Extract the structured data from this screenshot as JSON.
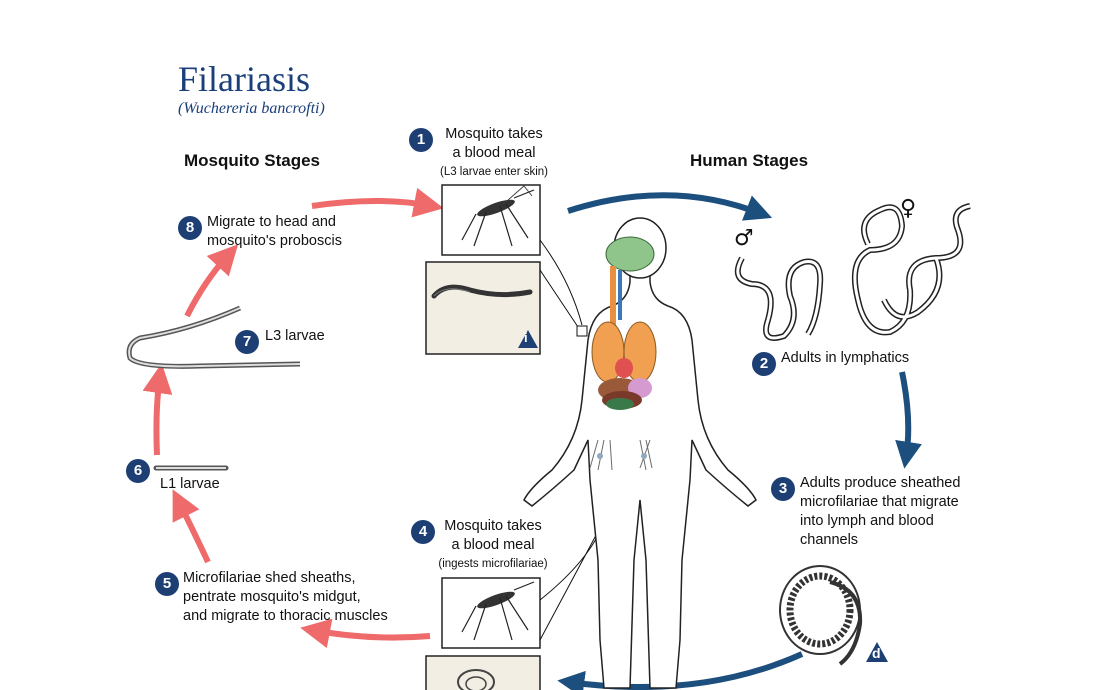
{
  "title": "Filariasis",
  "subtitle": "(Wuchereria bancrofti)",
  "sections": {
    "mosquito": "Mosquito Stages",
    "human": "Human Stages"
  },
  "steps": [
    {
      "num": "1",
      "line1": "Mosquito takes",
      "line2": "a blood meal",
      "note": "(L3 larvae enter skin)"
    },
    {
      "num": "2",
      "line1": "Adults in lymphatics"
    },
    {
      "num": "3",
      "line1": "Adults produce sheathed",
      "line2": "microfilariae that migrate",
      "line3": "into lymph and blood",
      "line4": "channels"
    },
    {
      "num": "4",
      "line1": "Mosquito takes",
      "line2": "a blood meal",
      "note": "(ingests microfilariae)"
    },
    {
      "num": "5",
      "line1": "Microfilariae shed sheaths,",
      "line2": "pentrate mosquito's midgut,",
      "line3": "and migrate to thoracic muscles"
    },
    {
      "num": "6",
      "line1": "L1 larvae"
    },
    {
      "num": "7",
      "line1": "L3 larvae"
    },
    {
      "num": "8",
      "line1": "Migrate to head and",
      "line2": "mosquito's proboscis"
    }
  ],
  "markers": {
    "male": "♂",
    "female": "♀",
    "infective": "i",
    "diagnostic": "d"
  },
  "colors": {
    "title": "#1b3f7a",
    "badge": "#1d3f73",
    "human_arrow": "#1d4f7e",
    "mosquito_arrow": "#ef6b6b"
  }
}
